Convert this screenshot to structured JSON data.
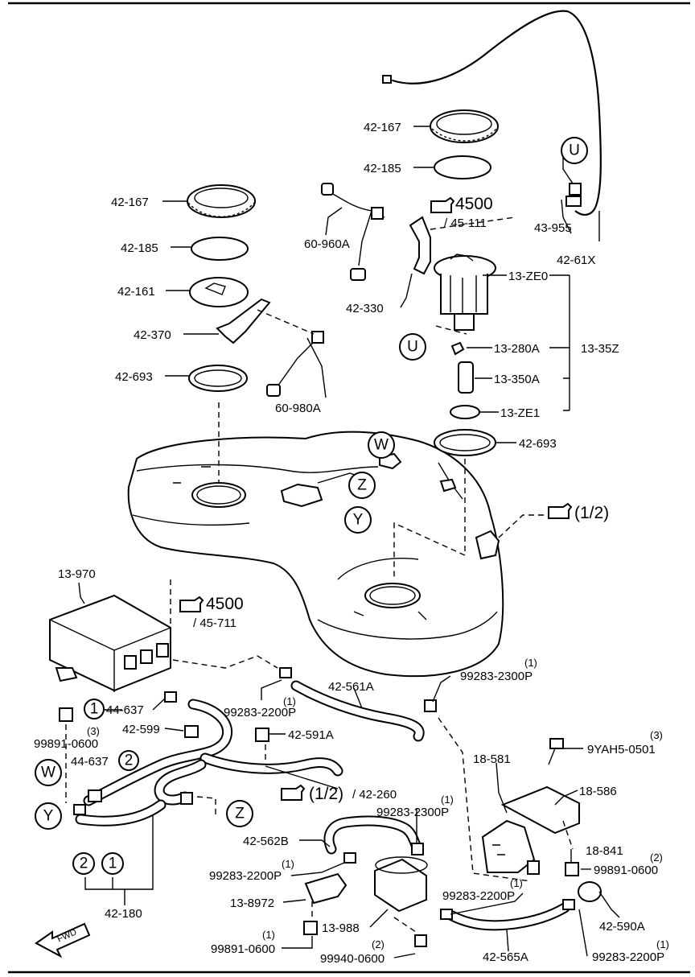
{
  "labels": {
    "l42_167_top": "42-167",
    "l42_185_top": "42-185",
    "l42_167_left": "42-167",
    "l42_185_left": "42-185",
    "l42_161": "42-161",
    "l42_370": "42-370",
    "l42_693_left": "42-693",
    "l60_980A": "60-980A",
    "l60_960A": "60-960A",
    "l42_330": "42-330",
    "l43_955": "43-955",
    "l42_61X": "42-61X",
    "l13_ZE0": "13-ZE0",
    "l13_280A": "13-280A",
    "l13_35Z": "13-35Z",
    "l13_350A": "13-350A",
    "l13_ZE1": "13-ZE1",
    "l42_693_right": "42-693",
    "l13_970": "13-970",
    "l44_637_a": "44-637",
    "l42_599": "42-599",
    "l99891_0600_a": "99891-0600",
    "l44_637_b": "44-637",
    "l42_561A": "42-561A",
    "l99283_2200P_a": "99283-2200P",
    "l99283_2300P_a": "99283-2300P",
    "l42_591A": "42-591A",
    "l42_260": "/ 42-260",
    "l18_581": "18-581",
    "l9YAH5_0501": "9YAH5-0501",
    "l18_586": "18-586",
    "l99283_2300P_b": "99283-2300P",
    "l42_562B": "42-562B",
    "l18_841": "18-841",
    "l99283_2200P_b": "99283-2200P",
    "l99891_0600_b": "99891-0600",
    "l13_8972": "13-8972",
    "l99283_2200P_c": "99283-2200P",
    "l42_180": "42-180",
    "l13_988": "13-988",
    "l42_590A": "42-590A",
    "l99891_0600_c": "99891-0600",
    "l99940_0600": "99940-0600",
    "l42_565A": "42-565A",
    "l99283_2200P_d": "99283-2200P"
  },
  "quantities": {
    "q99891_0600_a": "(3)",
    "q99283_2200P_a": "(1)",
    "q99283_2300P_a": "(1)",
    "q9YAH5_0501": "(3)",
    "q99283_2300P_b": "(1)",
    "q99283_2200P_b": "(1)",
    "q99891_0600_b": "(2)",
    "q99283_2200P_c": "(1)",
    "q99891_0600_c": "(1)",
    "q99940_0600": "(2)",
    "q99283_2200P_d": "(1)"
  },
  "references": {
    "ref_top_num": "4500",
    "ref_top_sub": "/ 45-111",
    "ref_mid_num": "4500",
    "ref_mid_sub": "/ 45-711",
    "ref_half_top": "(1/2)",
    "ref_half_bottom": "(1/2)"
  },
  "callouts": {
    "U_top": "U",
    "U_mid": "U",
    "W_tank": "W",
    "Z_tank": "Z",
    "Y_tank": "Y",
    "one_a": "1",
    "W_left": "W",
    "two_a": "2",
    "Y_left": "Y",
    "Z_left": "Z",
    "two_b": "2",
    "one_b": "1"
  },
  "direction": {
    "fwd": "FWD"
  }
}
